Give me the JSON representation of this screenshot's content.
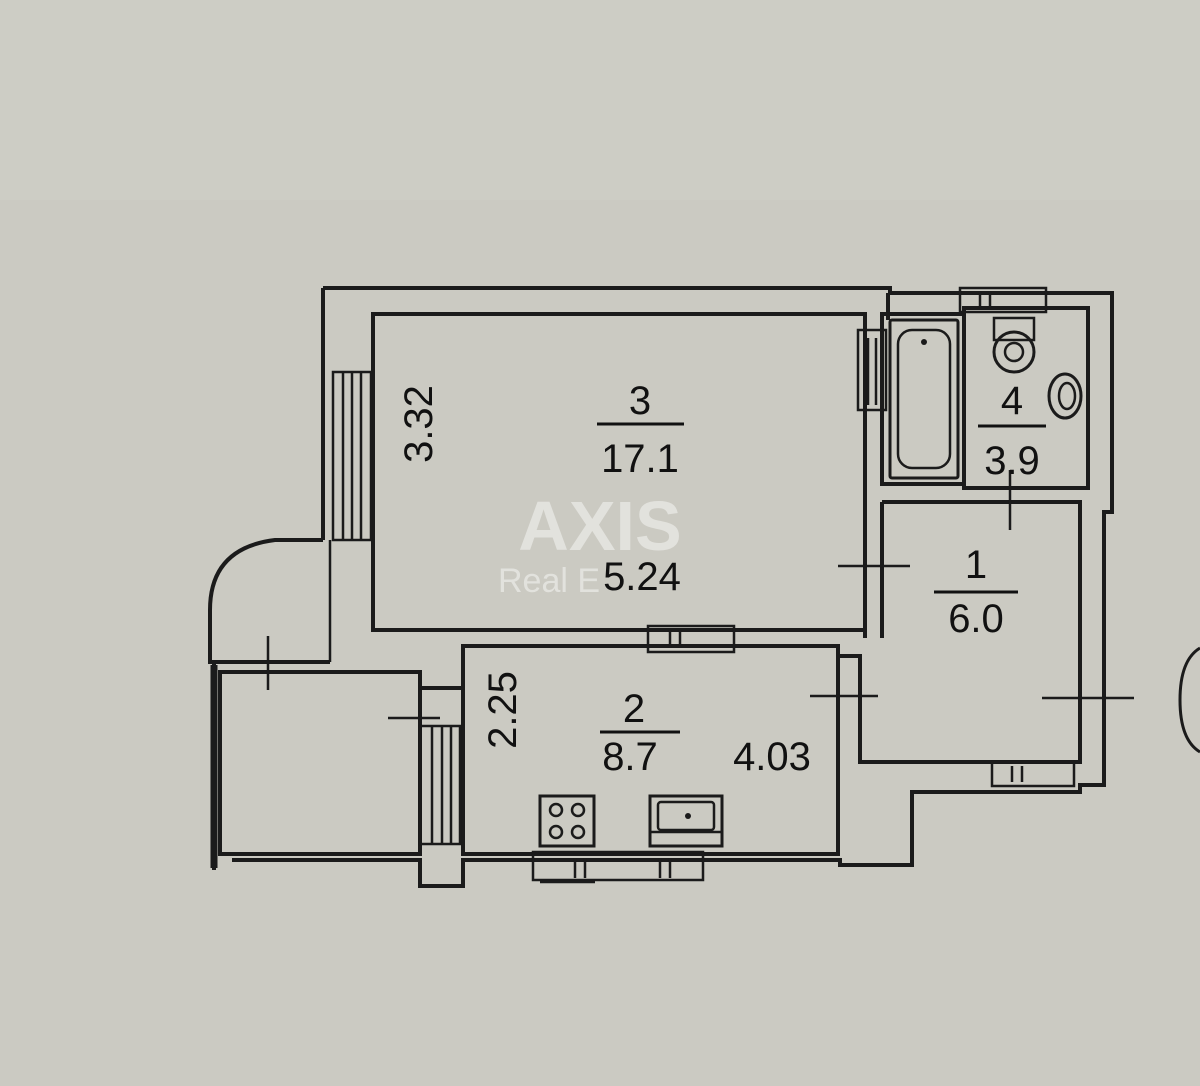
{
  "rooms": [
    {
      "number": "3",
      "area": "17.1",
      "width": "5.24",
      "depth": "3.32"
    },
    {
      "number": "2",
      "area": "8.7",
      "width": "4.03",
      "depth": "2.25"
    },
    {
      "number": "1",
      "area": "6.0"
    },
    {
      "number": "4",
      "area": "3.9"
    }
  ],
  "watermark": {
    "brand": "AXIS",
    "sub": "Real E"
  }
}
